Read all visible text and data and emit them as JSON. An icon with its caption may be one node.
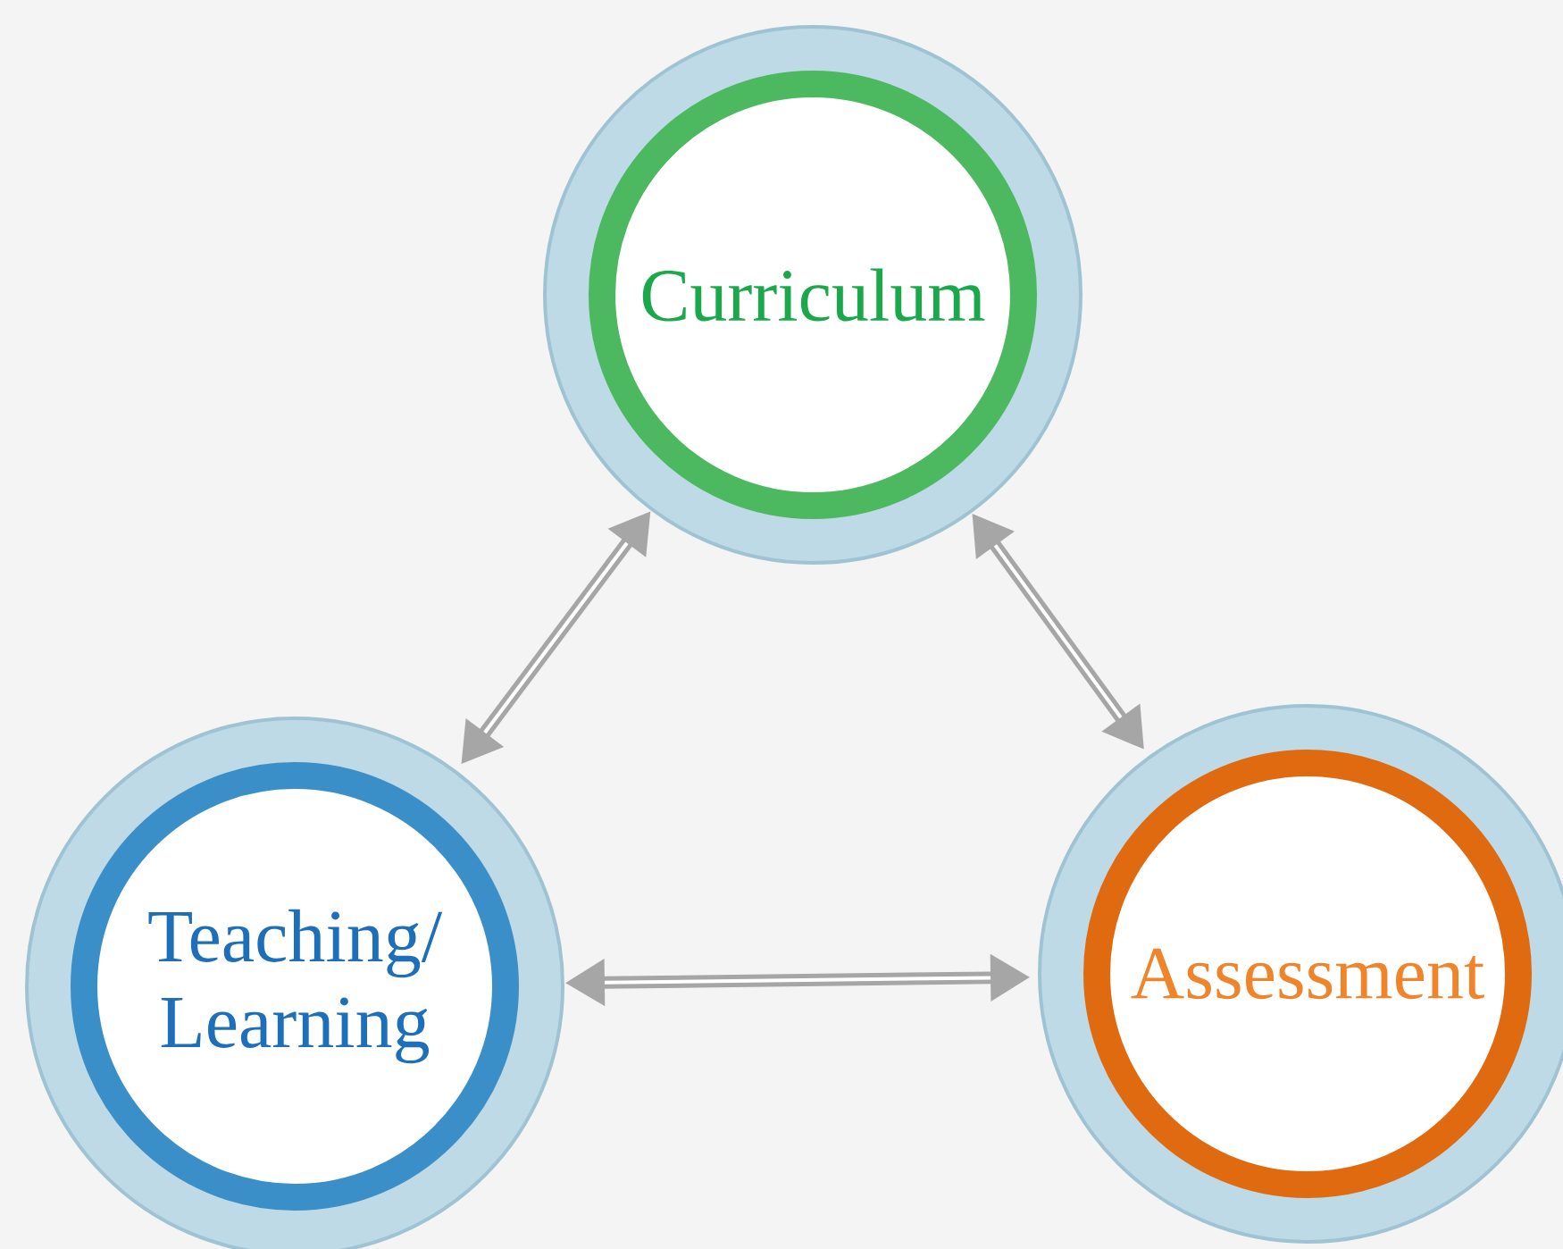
{
  "diagram": {
    "nodes": [
      {
        "text": [
          "Curriculum"
        ]
      },
      {
        "text": [
          "Teaching/ Learning"
        ]
      },
      {
        "text": [
          "Assessment"
        ]
      }
    ],
    "edges": [
      {
        "from": 0,
        "to": 1,
        "arrow": "both"
      },
      {
        "from": 0,
        "to": 2,
        "arrow": "both"
      },
      {
        "from": 1,
        "to": 2,
        "arrow": "both"
      }
    ]
  }
}
